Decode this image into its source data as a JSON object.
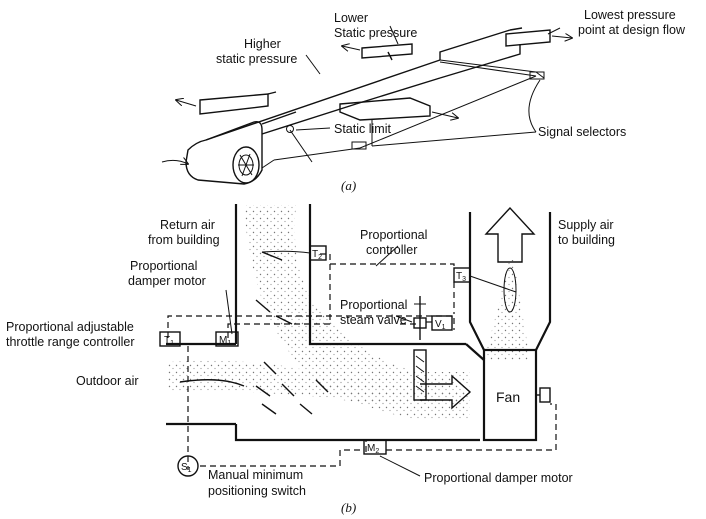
{
  "diagram_a": {
    "labels": {
      "lower": "Lower",
      "lower_static": "Static pressure",
      "higher": "Higher",
      "higher_static": "static pressure",
      "lowest_1": "Lowest pressure",
      "lowest_2": "point at design flow",
      "static_limit": "Static limit",
      "signal_selectors": "Signal selectors"
    },
    "caption": "(a)"
  },
  "diagram_b": {
    "labels": {
      "return_1": "Return air",
      "return_2": "from building",
      "prop_damper_1": "Proportional",
      "prop_damper_2": "damper motor",
      "prop_adj_1": "Proportional adjustable",
      "prop_adj_2": "throttle range controller",
      "outdoor_air": "Outdoor air",
      "prop_ctrl_1": "Proportional",
      "prop_ctrl_2": "controller",
      "supply_1": "Supply air",
      "supply_2": "to building",
      "steam_1": "Proportional",
      "steam_2": "steam valve",
      "fan": "Fan",
      "manual_1": "Manual  minimum",
      "manual_2": "positioning switch",
      "prop_damper_motor": "Proportional damper motor"
    },
    "boxes": {
      "t1": "T",
      "t1_sub": "1",
      "m1": "M",
      "m1_sub": "1",
      "t2": "T",
      "t2_sub": "2",
      "t3": "T",
      "t3_sub": "3",
      "v1": "V",
      "v1_sub": "1",
      "m2": "M",
      "m2_sub": "2",
      "s1": "S",
      "s1_sub": "1"
    },
    "caption": "(b)"
  }
}
